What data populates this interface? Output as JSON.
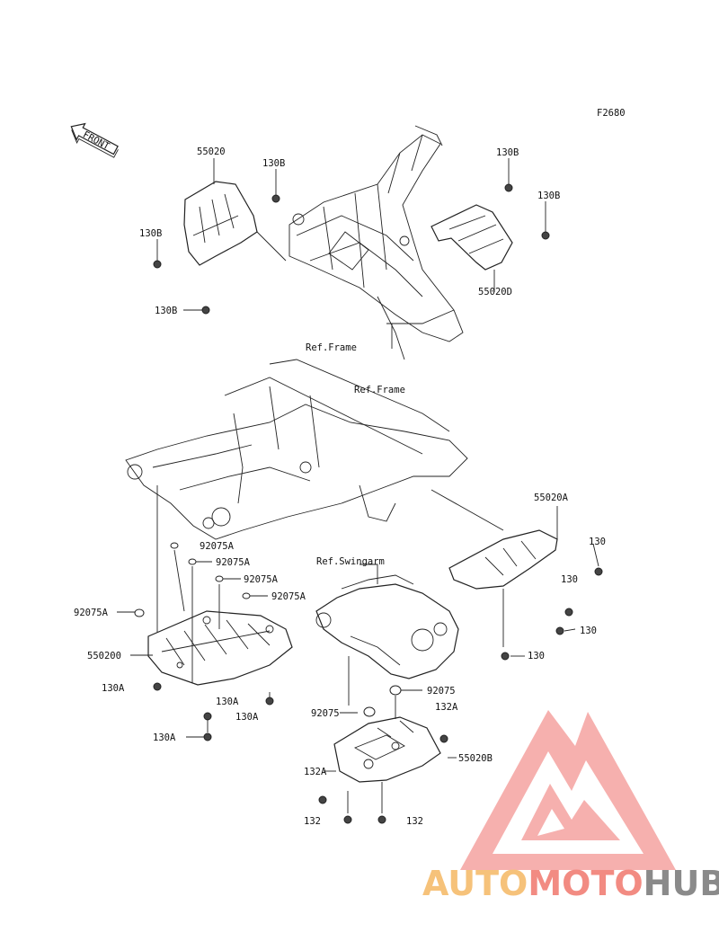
{
  "figure_code": "F2680",
  "front_label": "FRONT",
  "parts": {
    "p55020": "55020",
    "p55020D": "55020D",
    "p55020A": "55020A",
    "p55020B": "55020B",
    "p550200": "550200",
    "p130": "130",
    "p130A": "130A",
    "p130B": "130B",
    "p132": "132",
    "p132A": "132A",
    "p92075": "92075",
    "p92075A": "92075A"
  },
  "refs": {
    "frame": "Ref.Frame",
    "swingarm": "Ref.Swingarm"
  },
  "watermark": {
    "auto": "AUTO",
    "moto": "MOTO",
    "hub": "HUB",
    "colors": {
      "auto": "#f6c27a",
      "moto": "#f28b82",
      "hub": "#8a8a8a",
      "logo": "#f28b82"
    }
  }
}
